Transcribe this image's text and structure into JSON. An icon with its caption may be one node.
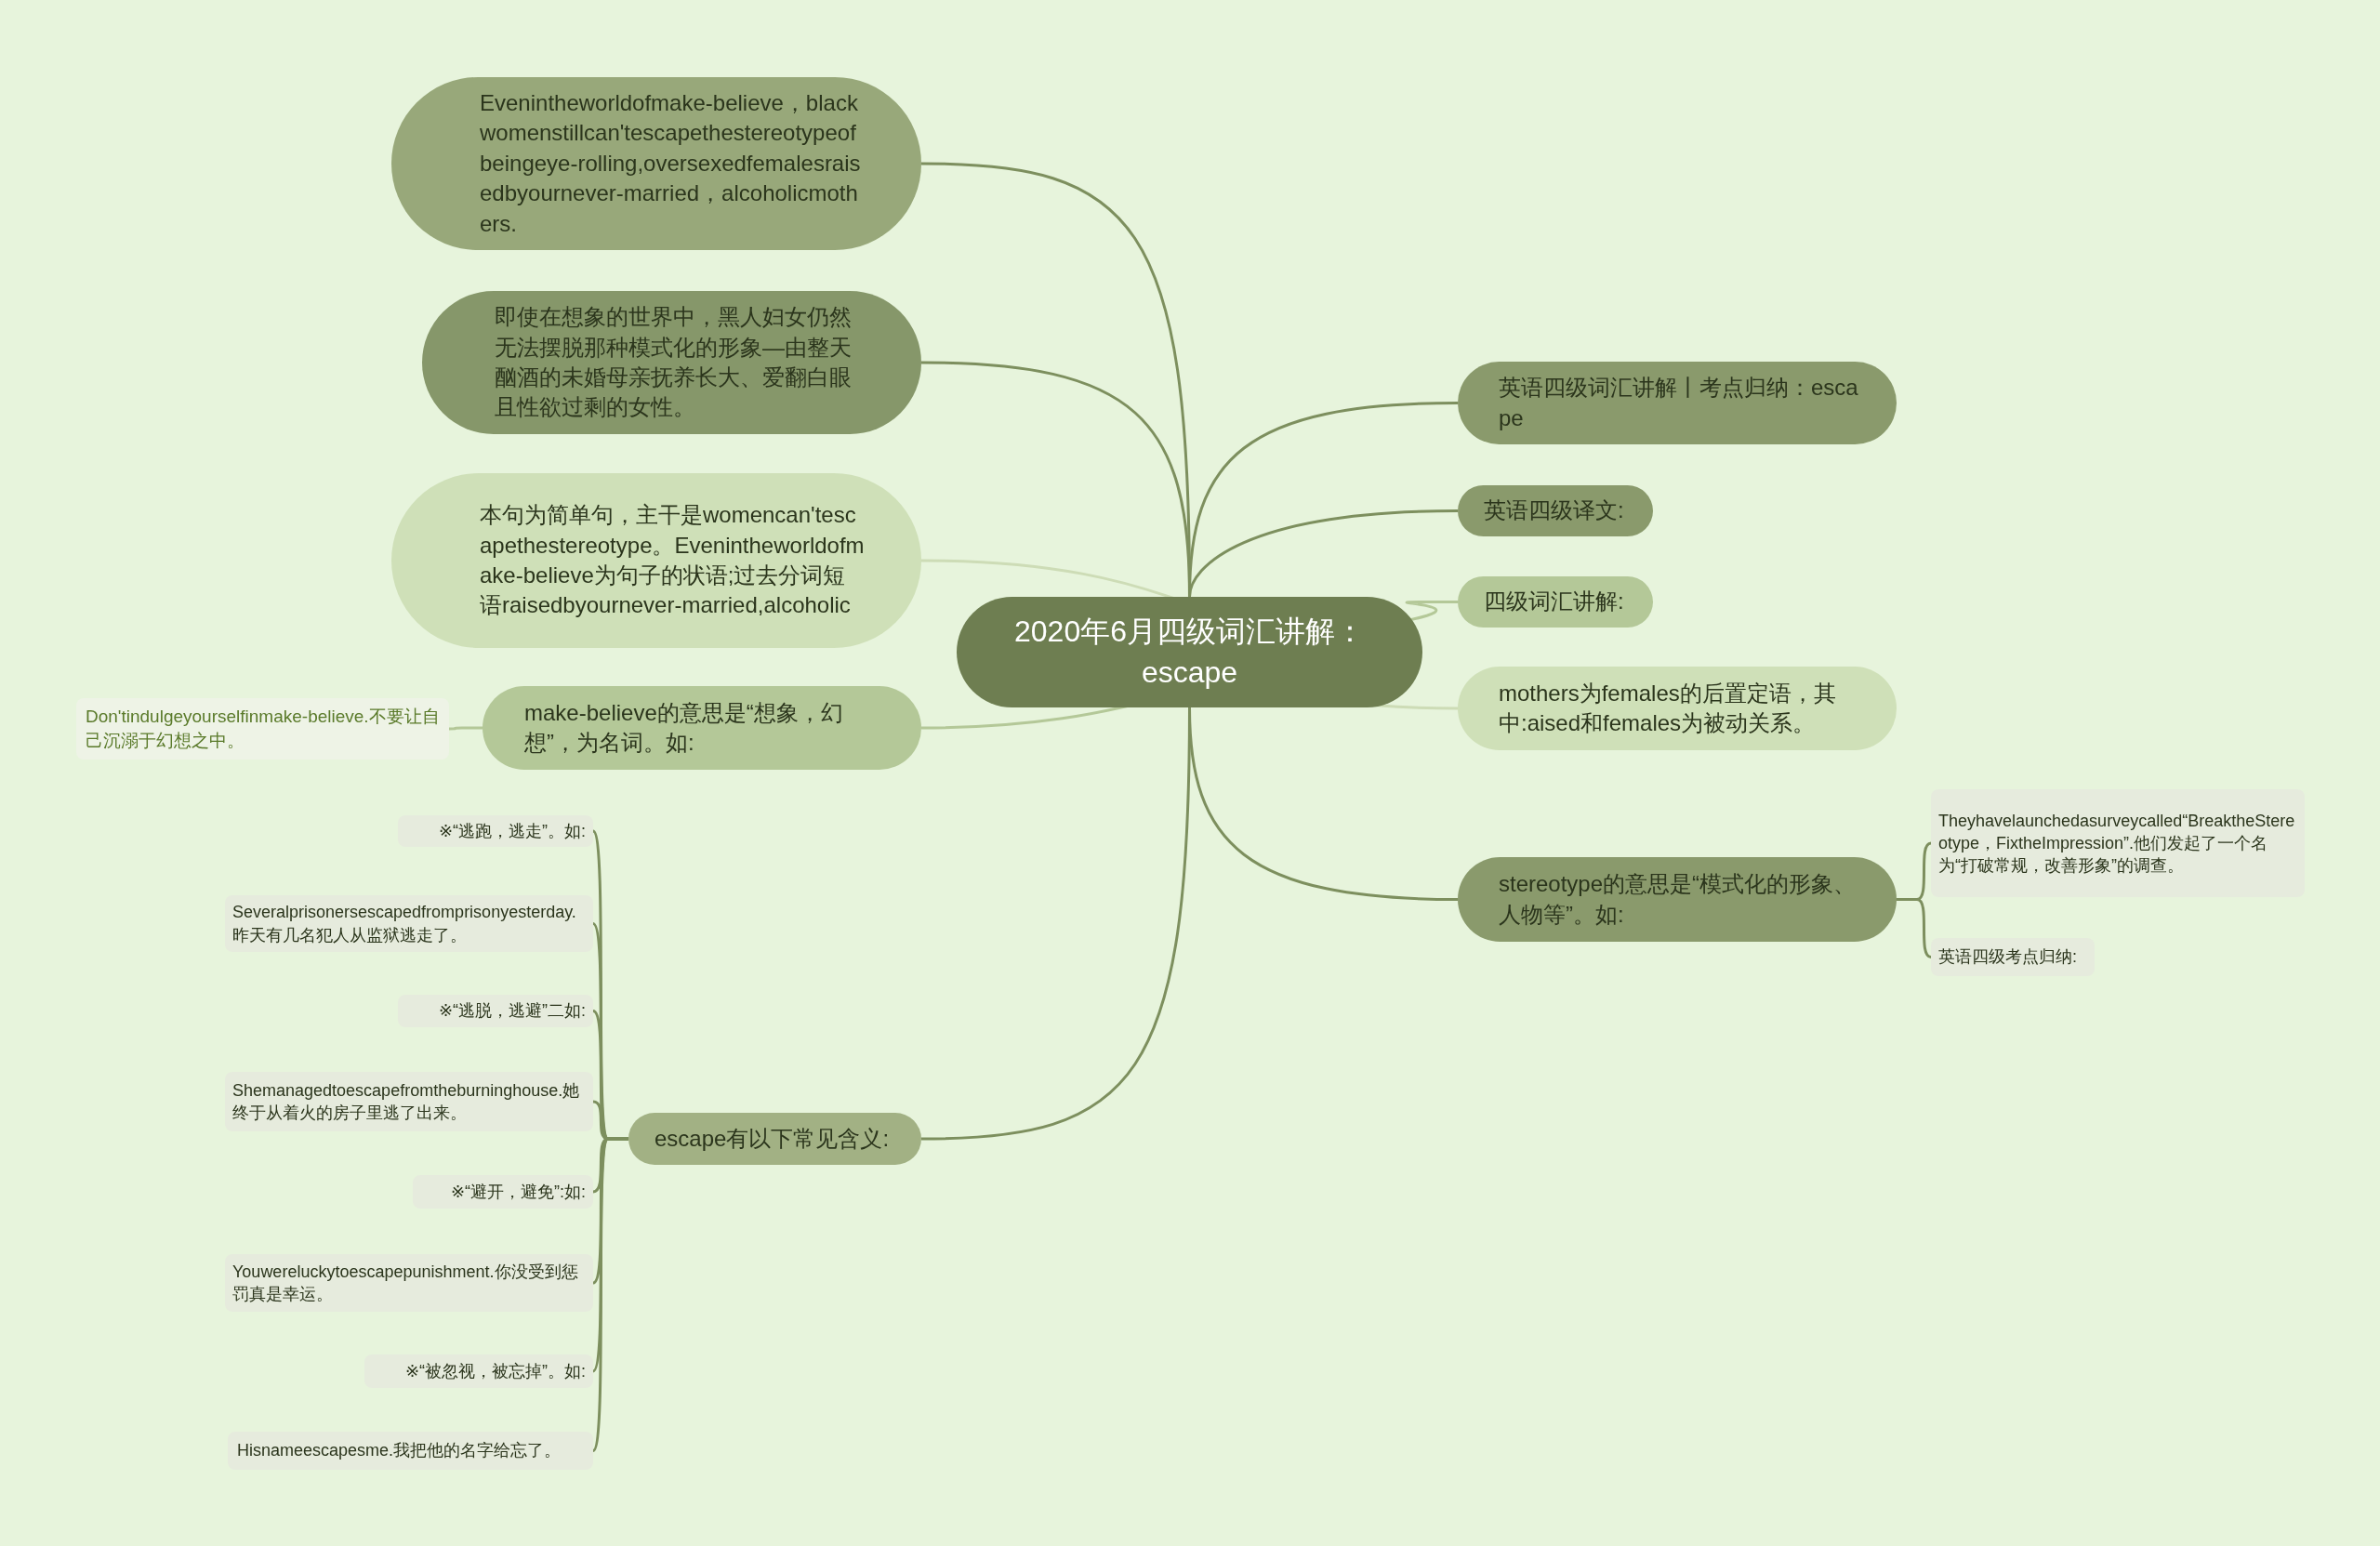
{
  "diagram": {
    "nodes": [
      {
        "text": [
          "2020年6月四级词汇讲解：escape"
        ]
      },
      {
        "text": [
          "Evenintheworldofmake-believe，blackwomenstillcan'tescapethestereotypeofbeingeye-rolling,oversexedfemalesraisedbyournever-married，alcoholicmothers."
        ]
      },
      {
        "text": [
          "即使在想象的世界中，黑人妇女仍然无法摆脱那种模式化的形象—由整天酗酒的未婚母亲抚养长大、爱翻白眼且性欲过剩的女性。"
        ]
      },
      {
        "text": [
          "本句为简单句，主干是womencan'tescapethestereotype。Evenintheworldofmake-believe为句子的状语;过去分词短语raisedbyournever-married,alcoholic"
        ]
      },
      {
        "text": [
          "make-believe的意思是“想象，幻想”，为名词。如:"
        ]
      },
      {
        "text": [
          "Don'tindulgeyourselfinmake-believe.不要让自己沉溺于幻想之中。"
        ]
      },
      {
        "text": [
          "escape有以下常见含义:"
        ]
      },
      {
        "text": [
          "※“逃跑，逃走”。如:"
        ]
      },
      {
        "text": [
          "Severalprisonersescapedfromprisonyesterday.昨天有几名犯人从监狱逃走了。"
        ]
      },
      {
        "text": [
          "※“逃脱，逃避”二如:"
        ]
      },
      {
        "text": [
          "Shemanagedtoescapefromtheburninghouse.她终于从着火的房子里逃了出来。"
        ]
      },
      {
        "text": [
          "※“避开，避免”:如:"
        ]
      },
      {
        "text": [
          "Youwereluckytoescapepunishment.你没受到惩罚真是幸运。"
        ]
      },
      {
        "text": [
          "※“被忽视，被忘掉”。如:"
        ]
      },
      {
        "text": [
          "Hisnameescapesme.我把他的名字给忘了。"
        ]
      },
      {
        "text": [
          "英语四级词汇讲解丨考点归纳：escape"
        ]
      },
      {
        "text": [
          "英语四级译文:"
        ]
      },
      {
        "text": [
          "四级词汇讲解:"
        ]
      },
      {
        "text": [
          "mothers为females的后置定语，其中:aised和females为被动关系。"
        ]
      },
      {
        "text": [
          "stereotype的意思是“模式化的形象、人物等”。如:"
        ]
      },
      {
        "text": [
          "Theyhavelaunchedasurveycalled“BreaktheStereotype，FixtheImpression”.他们发起了一个名为“打破常规，改善形象”的调查。"
        ]
      },
      {
        "text": [
          "英语四级考点归纳:"
        ]
      }
    ],
    "edges": [
      {
        "from": 0,
        "to": 1,
        "arrow": "none"
      },
      {
        "from": 0,
        "to": 2,
        "arrow": "none"
      },
      {
        "from": 0,
        "to": 3,
        "arrow": "none",
        "color": "#cddcb6"
      },
      {
        "from": 0,
        "to": 4,
        "arrow": "none",
        "color": "#b4c898"
      },
      {
        "from": 4,
        "to": 5,
        "arrow": "none",
        "color": "#b4c898"
      },
      {
        "from": 0,
        "to": 6,
        "arrow": "none"
      },
      {
        "from": 6,
        "to": 7,
        "arrow": "none"
      },
      {
        "from": 6,
        "to": 8,
        "arrow": "none"
      },
      {
        "from": 6,
        "to": 9,
        "arrow": "none"
      },
      {
        "from": 6,
        "to": 10,
        "arrow": "none"
      },
      {
        "from": 6,
        "to": 11,
        "arrow": "none"
      },
      {
        "from": 6,
        "to": 12,
        "arrow": "none"
      },
      {
        "from": 6,
        "to": 13,
        "arrow": "none"
      },
      {
        "from": 6,
        "to": 14,
        "arrow": "none"
      },
      {
        "from": 0,
        "to": 15,
        "arrow": "none"
      },
      {
        "from": 0,
        "to": 16,
        "arrow": "none"
      },
      {
        "from": 0,
        "to": 17,
        "arrow": "none",
        "color": "#b4c898"
      },
      {
        "from": 0,
        "to": 18,
        "arrow": "none",
        "color": "#cddcb6"
      },
      {
        "from": 0,
        "to": 19,
        "arrow": "none"
      },
      {
        "from": 19,
        "to": 20,
        "arrow": "none"
      },
      {
        "from": 19,
        "to": 21,
        "arrow": "none"
      }
    ]
  }
}
